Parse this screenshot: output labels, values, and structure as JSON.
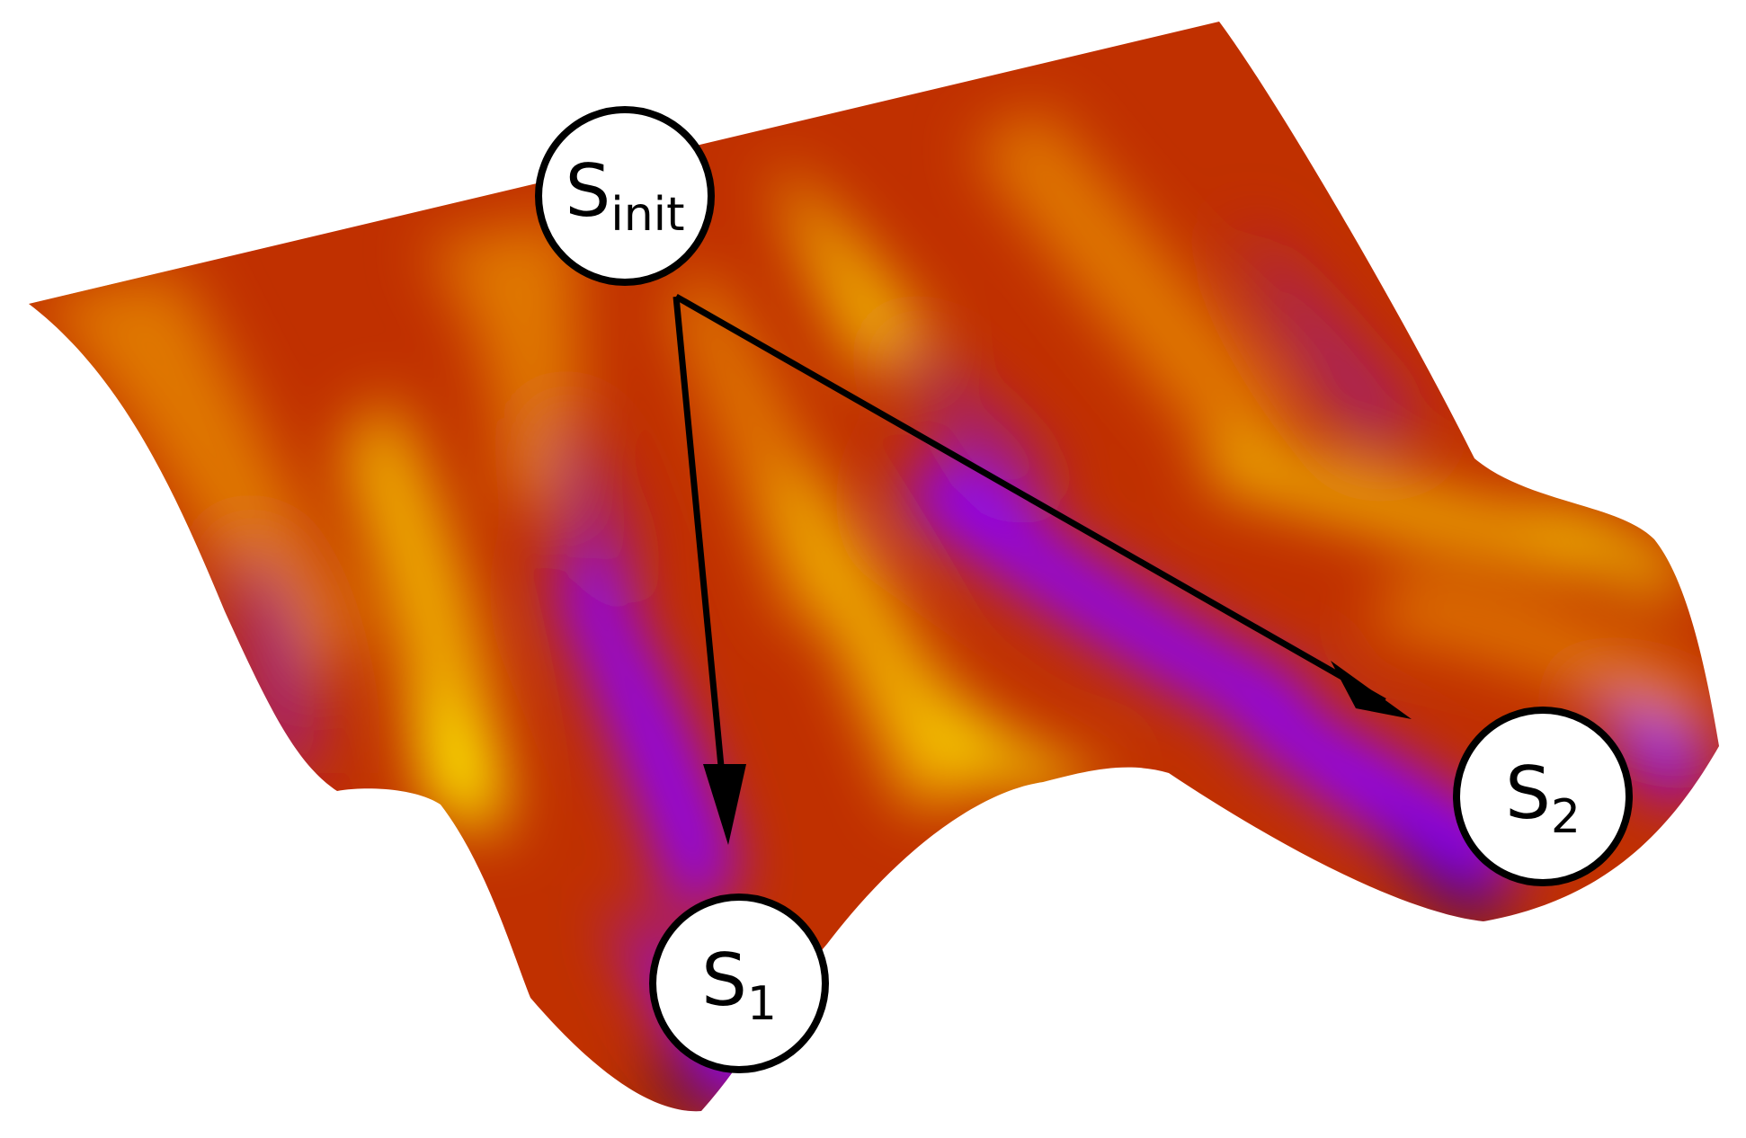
{
  "nodes": {
    "init": {
      "main": "S",
      "sub": "init"
    },
    "s1": {
      "main": "S",
      "sub": "1"
    },
    "s2": {
      "main": "S",
      "sub": "2"
    }
  },
  "colors": {
    "deep": "#000000",
    "violet": "#8a00ff",
    "magenta": "#a31a7a",
    "red": "#c03000",
    "orange": "#e07800",
    "gold": "#f0b000",
    "yellow": "#ffee00",
    "node_fill": "#ffffff",
    "node_stroke": "#000000",
    "arrow": "#000000"
  }
}
